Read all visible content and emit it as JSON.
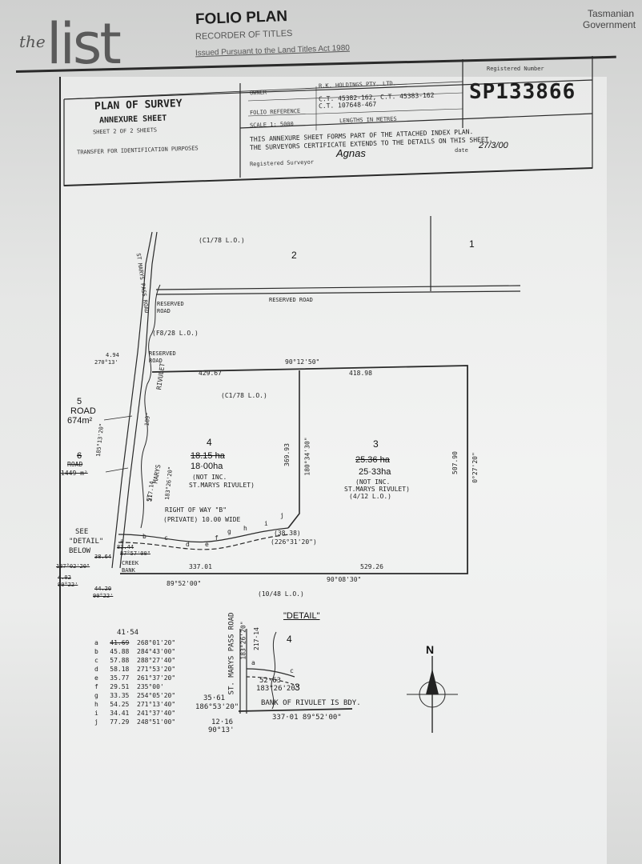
{
  "header": {
    "logo_the": "the",
    "logo_list": "list",
    "title": "FOLIO PLAN",
    "office": "RECORDER OF TITLES",
    "issued": "Issued Pursuant to the Land Titles Act 1980",
    "gov_line1": "Tasmanian",
    "gov_line2": "Government"
  },
  "title_block": {
    "plan_title": "PLAN OF SURVEY",
    "annexure": "ANNEXURE SHEET",
    "sheet_of": "SHEET 2 OF 2 SHEETS",
    "purpose": "TRANSFER FOR IDENTIFICATION PURPOSES",
    "owner_label": "OWNER",
    "owner_value": "R.K. HOLDINGS PTY. LTD.",
    "folio_ref_label": "FOLIO REFERENCE",
    "folio_ref_value1": "C.T. 45382-162, C.T. 45383-162",
    "folio_ref_value2": "C.T. 107648-467",
    "scale_label": "SCALE 1: 5000",
    "lengths": "LENGTHS IN METRES",
    "note1": "THIS ANNEXURE SHEET FORMS PART OF THE ATTACHED INDEX PLAN.",
    "note2": "THE SURVEYORS CERTIFICATE EXTENDS TO THE DETAILS ON THIS SHEET.",
    "surveyor_label": "Registered Surveyor",
    "signature": "Agnas",
    "date_label": "date",
    "date_value": "27/3/00",
    "reg_number_label": "Registered Number",
    "reg_number": "SP133866"
  },
  "plan": {
    "top_ref": "(C1/78 L.O.)",
    "lot_2": "2",
    "lot_1": "1",
    "road_label": "ST MARYS PASS ROAD",
    "reserved_road_1": "RESERVED",
    "reserved_road_1b": "ROAD",
    "reserved_road_h": "RESERVED ROAD",
    "ref_f828": "(F8/28 L.O.)",
    "reserved_road_2": "RESERVED",
    "reserved_road_2b": "ROAD",
    "dim_494": "4.94",
    "brg_270": "270°13'",
    "dim_42967": "429.67",
    "brg_top": "90°12'50\"",
    "dim_41898": "418.98",
    "ref_c178b": "(C1/78 L.O.)",
    "lot5": "5",
    "lot5_road": "ROAD",
    "lot5_area": "674m²",
    "lot6": "6",
    "lot6_road": "ROAD",
    "lot6_area": "1449 m²",
    "lot4": "4",
    "lot4_old_area": "18.15 ha",
    "lot4_area": "18·00ha",
    "lot4_not": "(NOT INC.",
    "lot4_river": "ST.MARYS RIVULET)",
    "lot3": "3",
    "lot3_old_area": "25.36 ha",
    "lot3_area": "25·33ha",
    "lot3_not": "(NOT INC.",
    "lot3_river": "ST.MARYS RIVULET)",
    "lot3_ref": "(4/12 L.O.)",
    "dim_36993": "369.93",
    "brg_180": "180°34'30\"",
    "dim_50790": "507.90",
    "brg_027": "0°27'20\"",
    "rivulet1": "ST",
    "rivulet2": "MARYS",
    "rivulet_vert": "RIVULET",
    "brg_183": "183°26'20\"",
    "dim_21714": "217.14",
    "brg_185": "185°13'20\"",
    "brg_189": "189°",
    "right_of_way": "RIGHT OF WAY \"B\"",
    "private": "(PRIVATE) 10.00 WIDE",
    "dim_3838": "(38.38)",
    "brg_226": "(226°31'20\")",
    "see": "SEE",
    "detail_q": "\"DETAIL\"",
    "below": "BELOW",
    "dim_33701": "337.01",
    "brg_8952": "89°52'00\"",
    "dim_52926": "529.26",
    "brg_9008": "90°08'30\"",
    "ref_1048": "(10/48 L.O.)",
    "creek_bank": "CREEK",
    "creek_bank2": "BANK",
    "dim_3864": "38.64",
    "brg_18702": "187°02'20\"",
    "dim_402": "4.02",
    "brg_9022": "90°22'",
    "dim_4420": "44.20",
    "brg_9922": "90°22'",
    "brg_8757": "87°57'00\"",
    "dim_8344": "83.44",
    "chain_labels": [
      "a",
      "b",
      "c",
      "d",
      "e",
      "f",
      "g",
      "h",
      "i",
      "j"
    ]
  },
  "detail": {
    "title": "\"DETAIL\"",
    "lot": "4",
    "lot3": "3",
    "road": "ST. MARYS PASS ROAD",
    "brg": "183°26'20\"",
    "dim": "217·14",
    "a": "a",
    "c": "c",
    "dim_5263": "52·63",
    "brg_18326": "183°26'20\"",
    "dim_3561": "35·61",
    "brg_18653": "186°53'20\"",
    "bank": "BANK OF RIVULET IS BDY.",
    "dim_bottom": "337·01  89°52'00\"",
    "dim_1216": "12·16",
    "brg_9013": "90°13'"
  },
  "traverse_table": {
    "header_new": "41·54",
    "rows": [
      {
        "id": "a",
        "dist": "41.69",
        "brg": "268°01'20\""
      },
      {
        "id": "b",
        "dist": "45.88",
        "brg": "284°43'00\""
      },
      {
        "id": "c",
        "dist": "57.88",
        "brg": "288°27'40\""
      },
      {
        "id": "d",
        "dist": "58.18",
        "brg": "271°53'20\""
      },
      {
        "id": "e",
        "dist": "35.77",
        "brg": "261°37'20\""
      },
      {
        "id": "f",
        "dist": "29.51",
        "brg": "235°00'"
      },
      {
        "id": "g",
        "dist": "33.35",
        "brg": "254°05'20\""
      },
      {
        "id": "h",
        "dist": "54.25",
        "brg": "271°13'40\""
      },
      {
        "id": "i",
        "dist": "34.41",
        "brg": "241°37'40\""
      },
      {
        "id": "j",
        "dist": "77.29",
        "brg": "248°51'00\""
      }
    ]
  },
  "north": {
    "label": "N"
  }
}
